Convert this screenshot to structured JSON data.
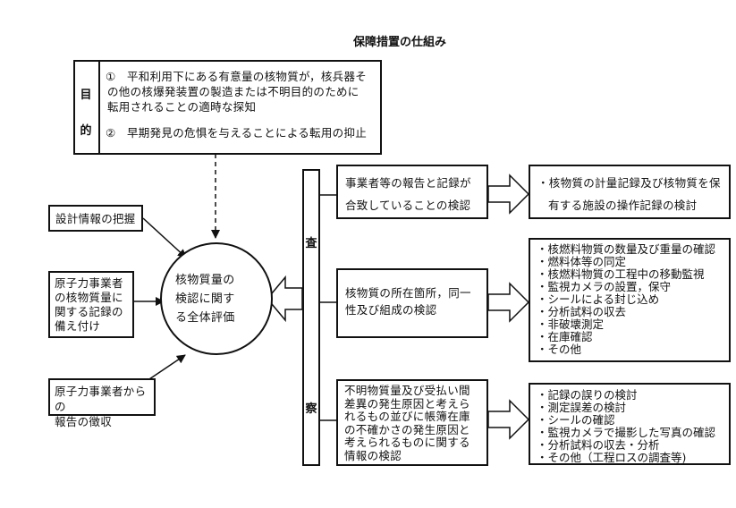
{
  "title": "保障措置の仕組み",
  "purpose": {
    "label_chars": [
      "目",
      "的"
    ],
    "items": [
      {
        "num": "①",
        "text_line1": "平和利用下にある有意量の核物質が，核兵器そ",
        "text_line2": "の他の核爆発装置の製造または不明目的のために",
        "text_line3": "転用されることの適時な探知"
      },
      {
        "num": "②",
        "text_line1": "早期発見の危惧を与えることによる転用の抑止"
      }
    ]
  },
  "center": {
    "line1": "核物質量の",
    "line2": "検認に関す",
    "line3": "る全体評価"
  },
  "inputs": [
    {
      "lines": [
        "設計情報の把握"
      ]
    },
    {
      "lines": [
        "原子力事業者",
        "の核物質量に",
        "関する記録の",
        "備え付け"
      ]
    },
    {
      "lines": [
        "原子力事業者からの",
        "報告の徴収"
      ]
    }
  ],
  "inspection": {
    "label_chars": [
      "査",
      "察"
    ]
  },
  "checks": [
    {
      "lines": [
        "事業者等の報告と記録が",
        "合致していることの検認"
      ],
      "methods": [
        "・核物質の計量記録及び核物質を保",
        "有する施設の操作記録の検討"
      ]
    },
    {
      "lines": [
        "核物質の所在箇所，同一",
        "性及び組成の検認"
      ],
      "methods": [
        "核燃料物質の数量及び重量の確認",
        "燃料体等の同定",
        "核燃料物質の工程中の移動監視",
        "監視カメラの設置，保守",
        "シールによる封じ込め",
        "分析試料の収去",
        "非破壊測定",
        "在庫確認",
        "その他"
      ]
    },
    {
      "lines": [
        "不明物質量及び受払い間",
        "差異の発生原因と考えら",
        "れるもの並びに帳簿在庫",
        "の不確かさの発生原因と",
        "考えられるものに関する",
        "情報の検認"
      ],
      "methods": [
        "記録の誤りの検討",
        "測定誤差の検討",
        "シールの確認",
        "監視カメラで撮影した写真の確認",
        "分析試料の収去・分析",
        "その他（工程ロスの調査等)"
      ]
    }
  ]
}
